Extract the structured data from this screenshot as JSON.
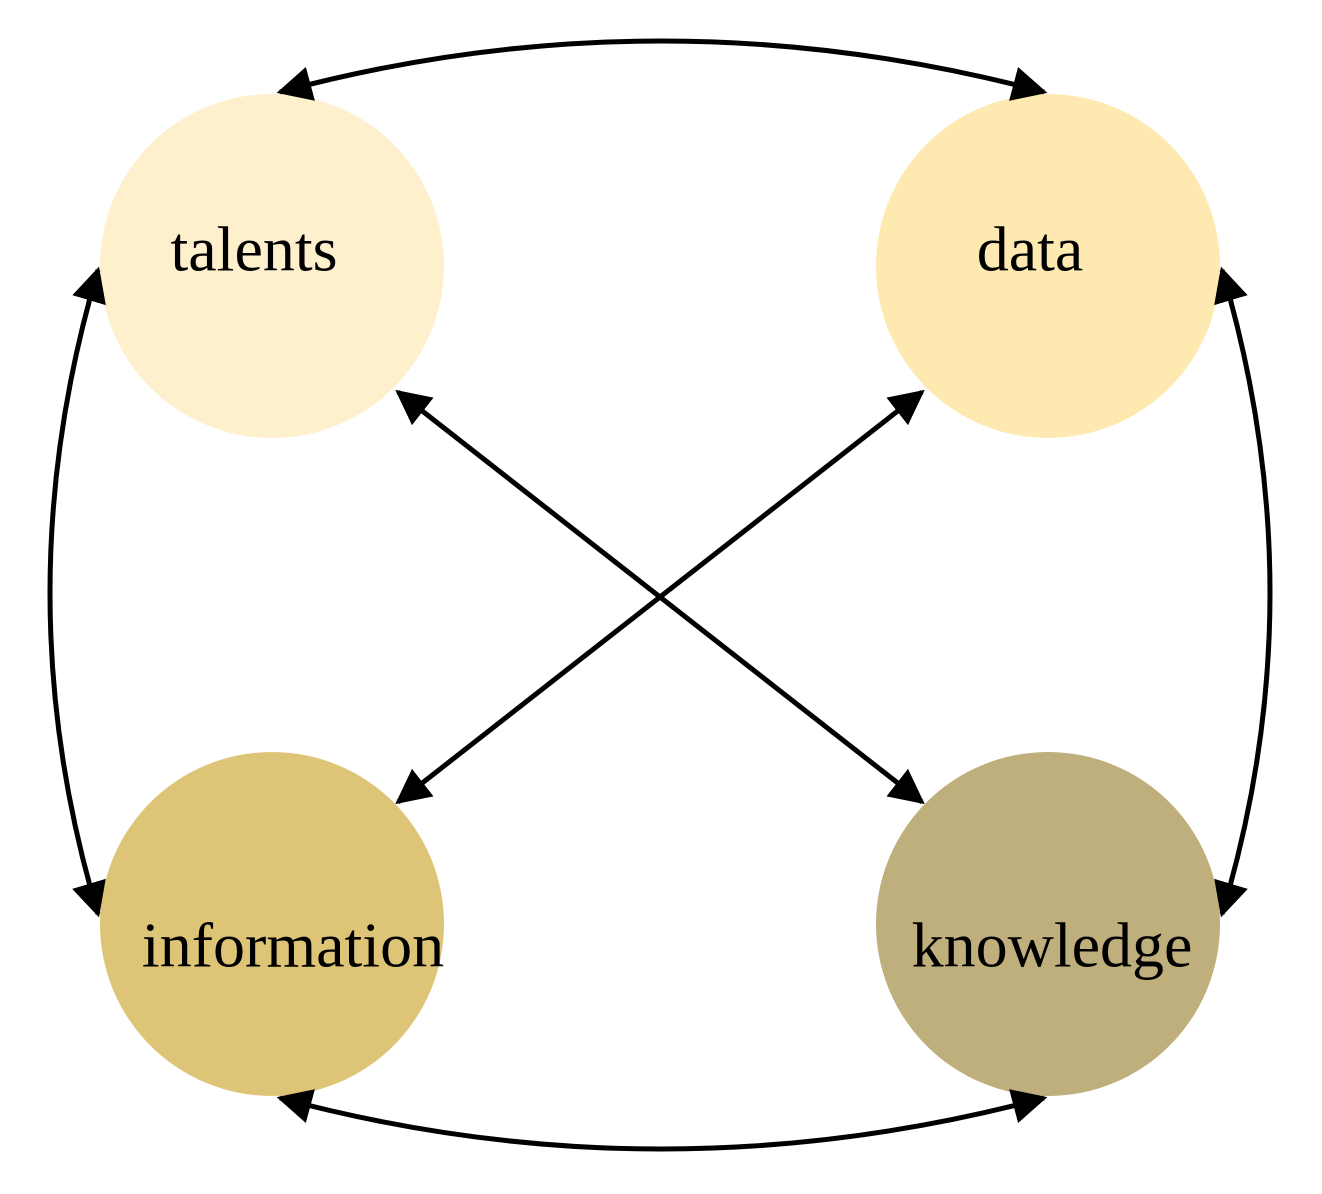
{
  "nodes": {
    "talents": {
      "label": "talents",
      "color": "#FEF0CC"
    },
    "data": {
      "label": "data",
      "color": "#FEEAB0"
    },
    "information": {
      "label": "information",
      "color": "#DDC477"
    },
    "knowledge": {
      "label": "knowledge",
      "color": "#BFAF7C"
    }
  },
  "edges": [
    {
      "from": "talents",
      "to": "data",
      "direction": "bidirectional"
    },
    {
      "from": "talents",
      "to": "information",
      "direction": "bidirectional"
    },
    {
      "from": "data",
      "to": "knowledge",
      "direction": "bidirectional"
    },
    {
      "from": "information",
      "to": "knowledge",
      "direction": "bidirectional"
    },
    {
      "from": "talents",
      "to": "knowledge",
      "direction": "bidirectional"
    },
    {
      "from": "data",
      "to": "information",
      "direction": "bidirectional"
    }
  ],
  "colors": {
    "edge": "#000000",
    "background": "#FFFFFF"
  }
}
